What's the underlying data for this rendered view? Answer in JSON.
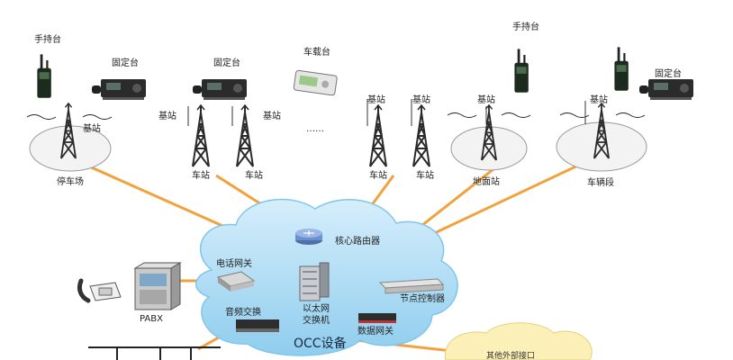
{
  "colors": {
    "link": "#f2a23c",
    "cloud_fill": "#bfe3f7",
    "cloud_edge": "#7fc6ec",
    "ellipse_fill": "#f3f3f3",
    "ellipse_edge": "#9a9a9a",
    "tower": "#2a2a2a",
    "ext_cloud": "#fbf1b8"
  },
  "field": {
    "handheld_left": "手持台",
    "fixed_left": "固定台",
    "fixed_mid": "固定台",
    "vehicle": "车载台",
    "handheld_right": "手持台",
    "fixed_right": "固定台",
    "base_station_1": "基站",
    "base_station_2": "基站",
    "base_station_3": "基站",
    "base_station_4": "基站",
    "base_station_5": "基站",
    "base_station_6": "基站",
    "base_station_7": "基站",
    "ellipsis": "……",
    "depot": "停车场",
    "station_1": "车站",
    "station_2": "车站",
    "station_3": "车站",
    "station_4": "车站",
    "ground_station": "地面站",
    "vehicle_section": "车辆段"
  },
  "occ": {
    "core_router": "核心路由器",
    "phone_gateway": "电话网关",
    "ethernet_switch_line1": "以太网",
    "ethernet_switch_line2": "交换机",
    "node_controller": "节点控制器",
    "audio_switch": "音频交换",
    "data_gateway": "数据网关",
    "occ_equipment": "OCC设备",
    "pabx": "PABX",
    "external_interface": "其他外部接口"
  }
}
